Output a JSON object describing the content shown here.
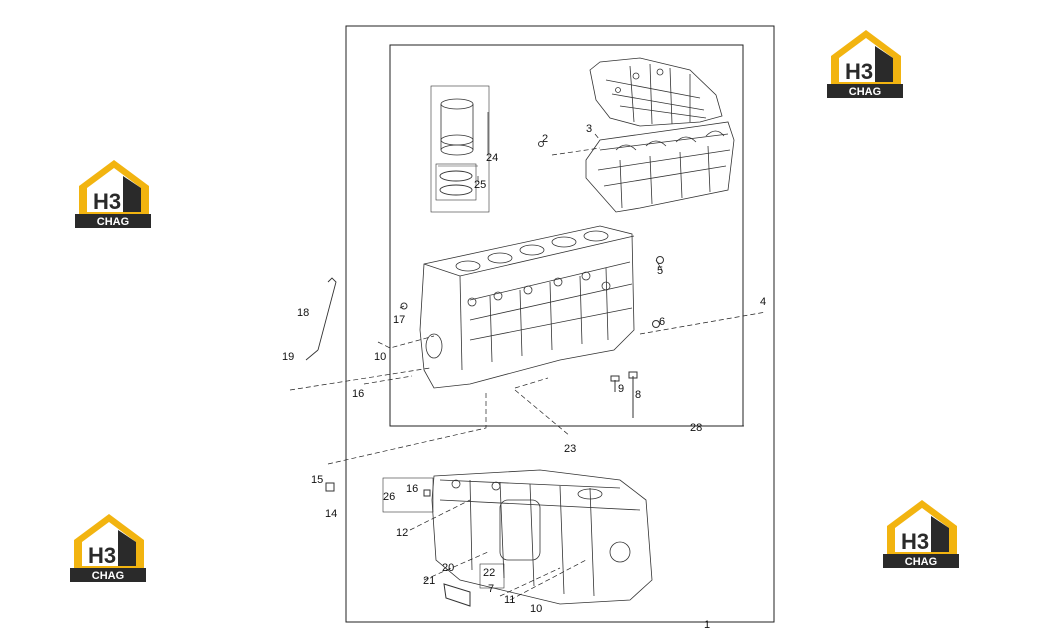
{
  "logo": {
    "mark": "H3",
    "text": "CHAG"
  },
  "part_labels": [
    "1",
    "2",
    "3",
    "4",
    "5",
    "6",
    "7",
    "8",
    "9",
    "10",
    "10",
    "11",
    "12",
    "14",
    "15",
    "16",
    "16",
    "17",
    "18",
    "19",
    "20",
    "21",
    "22",
    "23",
    "24",
    "25",
    "26",
    "28"
  ],
  "colors": {
    "logo_yellow": "#f2b410",
    "logo_dark": "#2a2a2a",
    "line": "#222222"
  }
}
